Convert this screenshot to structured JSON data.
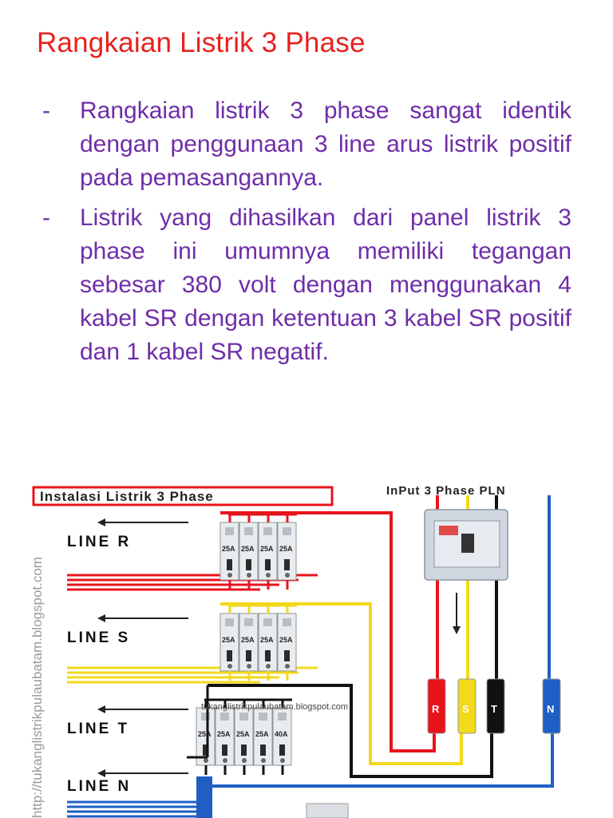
{
  "slide": {
    "title": "Rangkaian Listrik 3 Phase",
    "bullets": [
      {
        "dash": "-",
        "text": "Rangkaian listrik 3 phase sangat identik dengan penggunaan 3 line arus listrik positif pada pemasangannya."
      },
      {
        "dash": "-",
        "text": "Listrik yang dihasilkan dari panel listrik 3 phase ini umumnya memiliki tegangan sebesar 380 volt dengan menggunakan 4 kabel SR dengan ketentuan 3 kabel SR positif dan 1 kabel SR negatif."
      }
    ]
  },
  "diagram": {
    "header": "Instalasi Listrik 3 Phase",
    "input_label": "InPut 3 Phase PLN",
    "watermark_side": "http://tukanglistrikpulaubatam.blogspot.com",
    "watermark_mid": "tukanglistrikpulaubatam.blogspot.com",
    "lines": {
      "r": "LINE  R",
      "s": "LINE  S",
      "t": "LINE  T",
      "n": "LINE  N"
    },
    "breaker_r": [
      "25A",
      "25A",
      "25A",
      "25A"
    ],
    "breaker_s": [
      "25A",
      "25A",
      "25A",
      "25A"
    ],
    "breaker_t": [
      "25A",
      "25A",
      "25A",
      "25A",
      "40A"
    ],
    "terminals": {
      "r": "R",
      "s": "S",
      "t": "T",
      "n": "N"
    },
    "colors": {
      "red": "#e8141c",
      "yellow": "#f2d91a",
      "black": "#111111",
      "blue": "#1f5fc4"
    }
  }
}
